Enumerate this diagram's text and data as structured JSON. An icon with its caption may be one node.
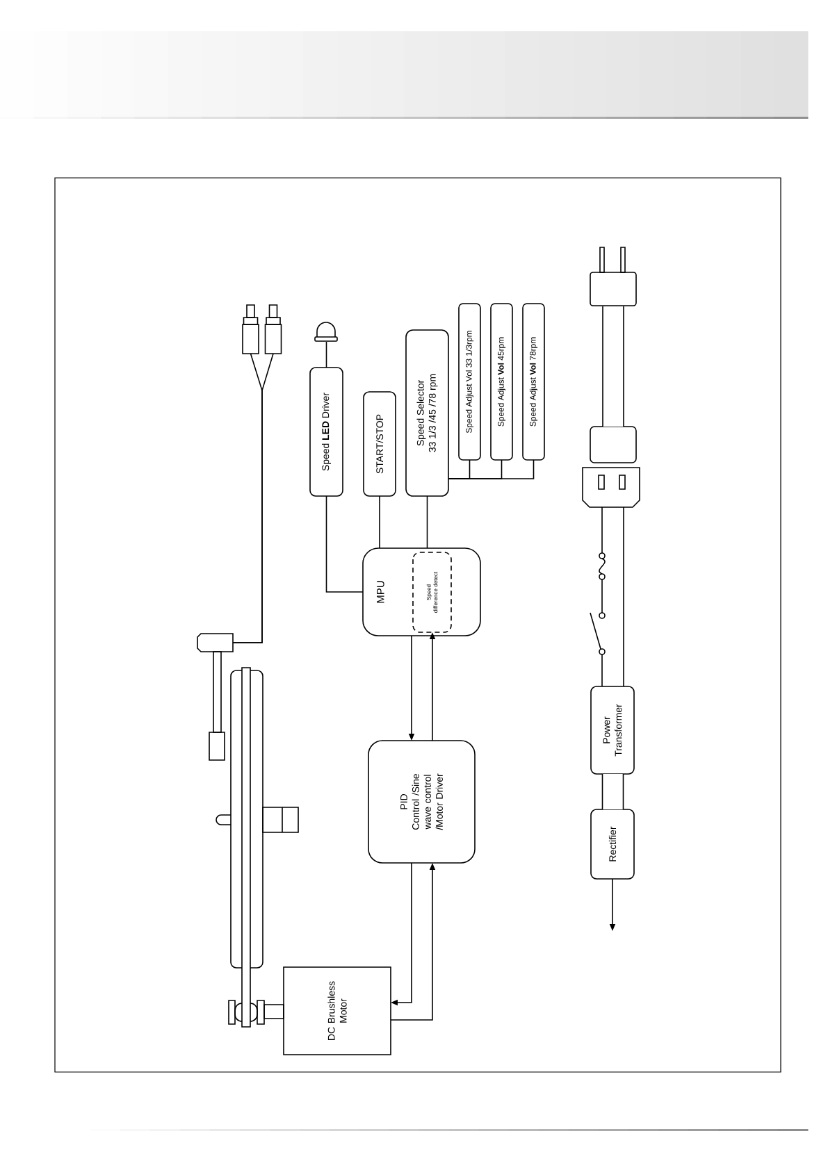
{
  "diagram": {
    "nodes": [
      {
        "text": [],
        "shape": "plug"
      },
      {
        "text": [],
        "shape": "plug"
      },
      {
        "text": [],
        "shape": "led"
      },
      {
        "text": [
          "Speed **LED** Driver"
        ]
      },
      {
        "text": [
          "START/STOP"
        ]
      },
      {
        "text": [
          "Speed Selector",
          "33 1/3 /45 /78 rpm"
        ]
      },
      {
        "text": [
          "Speed Adjust Vol 33 1/3rpm"
        ]
      },
      {
        "text": [
          "Speed Adjust **Vol** 45rpm"
        ]
      },
      {
        "text": [
          "Speed Adjust **Vol** 78rpm"
        ]
      },
      {
        "text": [],
        "shape": "plug"
      },
      {
        "text": [],
        "shape": "connector"
      },
      {
        "text": [],
        "shape": "socket"
      },
      {
        "text": [
          "MPU"
        ]
      },
      {
        "text": [
          "Speed difference detect"
        ],
        "in": 12
      },
      {
        "text": [],
        "shape": "tonearm"
      },
      {
        "text": [
          "PID Control /Sine wave control /Motor Driver"
        ]
      },
      {
        "text": [
          "DC Brushless Motor"
        ]
      },
      {
        "text": [
          "Power Transformer"
        ]
      },
      {
        "text": [
          "Rectifier"
        ]
      },
      {
        "text": [],
        "shape": "fuse"
      },
      {
        "text": [],
        "shape": "switch"
      }
    ],
    "edges": [
      {
        "from": 3,
        "to": 2,
        "arrow": "none"
      },
      {
        "from": 3,
        "to": 12,
        "arrow": "none"
      },
      {
        "from": 4,
        "to": 12,
        "arrow": "none"
      },
      {
        "from": 5,
        "to": 12,
        "arrow": "none"
      },
      {
        "from": 6,
        "to": 5,
        "arrow": "none"
      },
      {
        "from": 7,
        "to": 5,
        "arrow": "none"
      },
      {
        "from": 8,
        "to": 5,
        "arrow": "none"
      },
      {
        "from": 12,
        "to": 15,
        "arrow": "to"
      },
      {
        "from": 15,
        "to": 13,
        "arrow": "to"
      },
      {
        "from": 15,
        "to": 16,
        "arrow": "to"
      },
      {
        "from": 16,
        "to": 15,
        "arrow": "to"
      },
      {
        "from": 14,
        "to": 0,
        "arrow": "none"
      },
      {
        "from": 14,
        "to": 1,
        "arrow": "none"
      },
      {
        "from": 9,
        "to": 10,
        "arrow": "none",
        "style": "thick"
      },
      {
        "from": 11,
        "to": 19,
        "arrow": "none"
      },
      {
        "from": 11,
        "to": 17,
        "arrow": "none"
      },
      {
        "from": 17,
        "to": 18,
        "arrow": "none",
        "style": "thick"
      },
      {
        "from": 18,
        "to": null,
        "arrow": "to"
      },
      {
        "from": 19,
        "to": 20,
        "arrow": "none"
      },
      {
        "from": 20,
        "to": 17,
        "arrow": "none"
      }
    ]
  }
}
